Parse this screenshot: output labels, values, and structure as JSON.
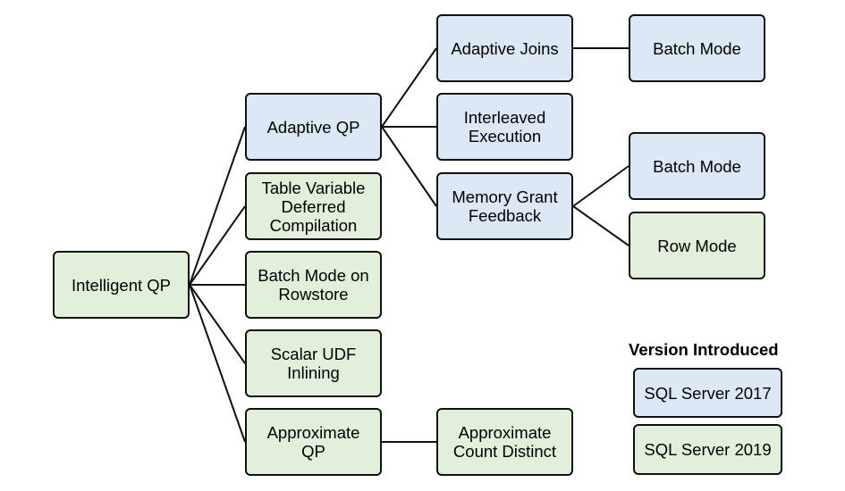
{
  "colors": {
    "sql_server_2017": "#dce8f6",
    "sql_server_2019": "#e2efda",
    "border": "#111111"
  },
  "nodes": {
    "intelligent_qp": "Intelligent QP",
    "adaptive_qp": "Adaptive QP",
    "table_variable_deferred_compilation": "Table Variable\nDeferred\nCompilation",
    "batch_mode_on_rowstore": "Batch Mode on\nRowstore",
    "scalar_udf_inlining": "Scalar UDF\nInlining",
    "approximate_qp": "Approximate\nQP",
    "adaptive_joins": "Adaptive Joins",
    "interleaved_execution": "Interleaved\nExecution",
    "memory_grant_feedback": "Memory Grant\nFeedback",
    "approximate_count_distinct": "Approximate\nCount Distinct",
    "adaptive_joins_batch_mode": "Batch Mode",
    "mgf_batch_mode": "Batch Mode",
    "mgf_row_mode": "Row Mode"
  },
  "legend": {
    "title": "Version Introduced",
    "items": [
      "SQL Server 2017",
      "SQL Server 2019"
    ]
  },
  "edges": [
    [
      "intelligent_qp",
      "adaptive_qp"
    ],
    [
      "intelligent_qp",
      "table_variable_deferred_compilation"
    ],
    [
      "intelligent_qp",
      "batch_mode_on_rowstore"
    ],
    [
      "intelligent_qp",
      "scalar_udf_inlining"
    ],
    [
      "intelligent_qp",
      "approximate_qp"
    ],
    [
      "adaptive_qp",
      "adaptive_joins"
    ],
    [
      "adaptive_qp",
      "interleaved_execution"
    ],
    [
      "adaptive_qp",
      "memory_grant_feedback"
    ],
    [
      "adaptive_joins",
      "adaptive_joins_batch_mode"
    ],
    [
      "memory_grant_feedback",
      "mgf_batch_mode"
    ],
    [
      "memory_grant_feedback",
      "mgf_row_mode"
    ],
    [
      "approximate_qp",
      "approximate_count_distinct"
    ]
  ]
}
